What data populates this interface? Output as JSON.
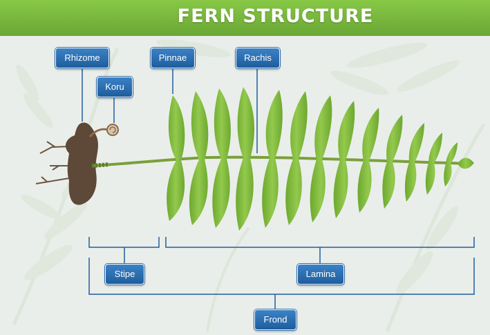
{
  "title": "FERN STRUCTURE",
  "labels": {
    "rhizome": "Rhizome",
    "koru": "Koru",
    "pinnae": "Pinnae",
    "rachis": "Rachis",
    "stipe": "Stipe",
    "lamina": "Lamina",
    "frond": "Frond"
  },
  "colors": {
    "header": "#76b63c",
    "label_fill": "#2d70b3",
    "leaf": "#7fba3a",
    "stem": "#7aa03a",
    "rhizome": "#5e4838",
    "connector": "#1f5d9c"
  }
}
